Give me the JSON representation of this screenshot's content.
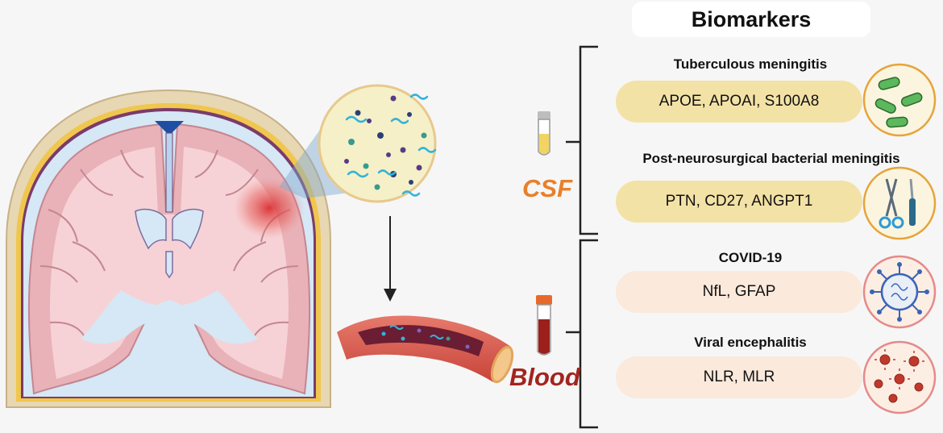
{
  "title": "Biomarkers",
  "fluids": [
    {
      "label": "CSF",
      "color": "#e8802a"
    },
    {
      "label": "Blood",
      "color": "#a3241e"
    }
  ],
  "groups": [
    {
      "disease": "Tuberculous meningitis",
      "markers": "APOE, APOAI, S100A8",
      "icon": "bacteria-icon"
    },
    {
      "disease": "Post-neurosurgical bacterial meningitis",
      "markers": "PTN, CD27, ANGPT1",
      "icon": "surgical-instruments-icon"
    },
    {
      "disease": "COVID-19",
      "markers": "NfL, GFAP",
      "icon": "coronavirus-icon"
    },
    {
      "disease": "Viral encephalitis",
      "markers": "NLR, MLR",
      "icon": "virus-particles-icon"
    }
  ],
  "colors": {
    "csf_box": "#f3e2a6",
    "blood_box": "#fbe9dc",
    "csf_text": "#e8802a",
    "blood_text": "#a3241e",
    "icon_ring": "#e6a43a"
  }
}
